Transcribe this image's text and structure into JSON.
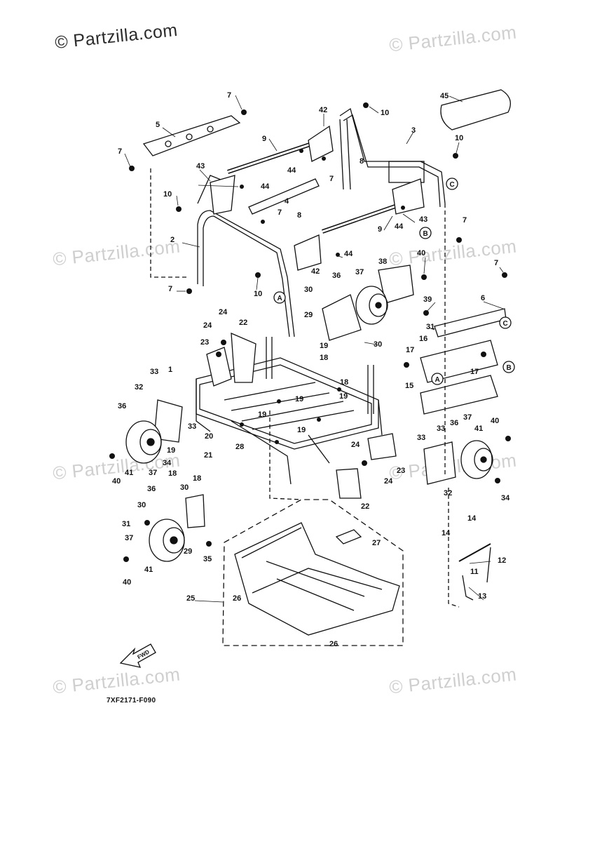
{
  "watermark": {
    "primary": "© Partzilla.com",
    "repeat": "© Partzilla.com"
  },
  "diagram": {
    "code": "7XF2171-F090",
    "fwd_label": "FWD",
    "reference_letters": [
      "A",
      "B",
      "C"
    ],
    "callouts": [
      "1",
      "2",
      "3",
      "4",
      "5",
      "6",
      "7",
      "8",
      "9",
      "10",
      "11",
      "12",
      "13",
      "14",
      "15",
      "16",
      "17",
      "18",
      "19",
      "20",
      "21",
      "22",
      "23",
      "24",
      "25",
      "26",
      "27",
      "28",
      "29",
      "30",
      "31",
      "32",
      "33",
      "34",
      "35",
      "36",
      "37",
      "38",
      "39",
      "40",
      "41",
      "42",
      "43",
      "44",
      "45"
    ]
  }
}
